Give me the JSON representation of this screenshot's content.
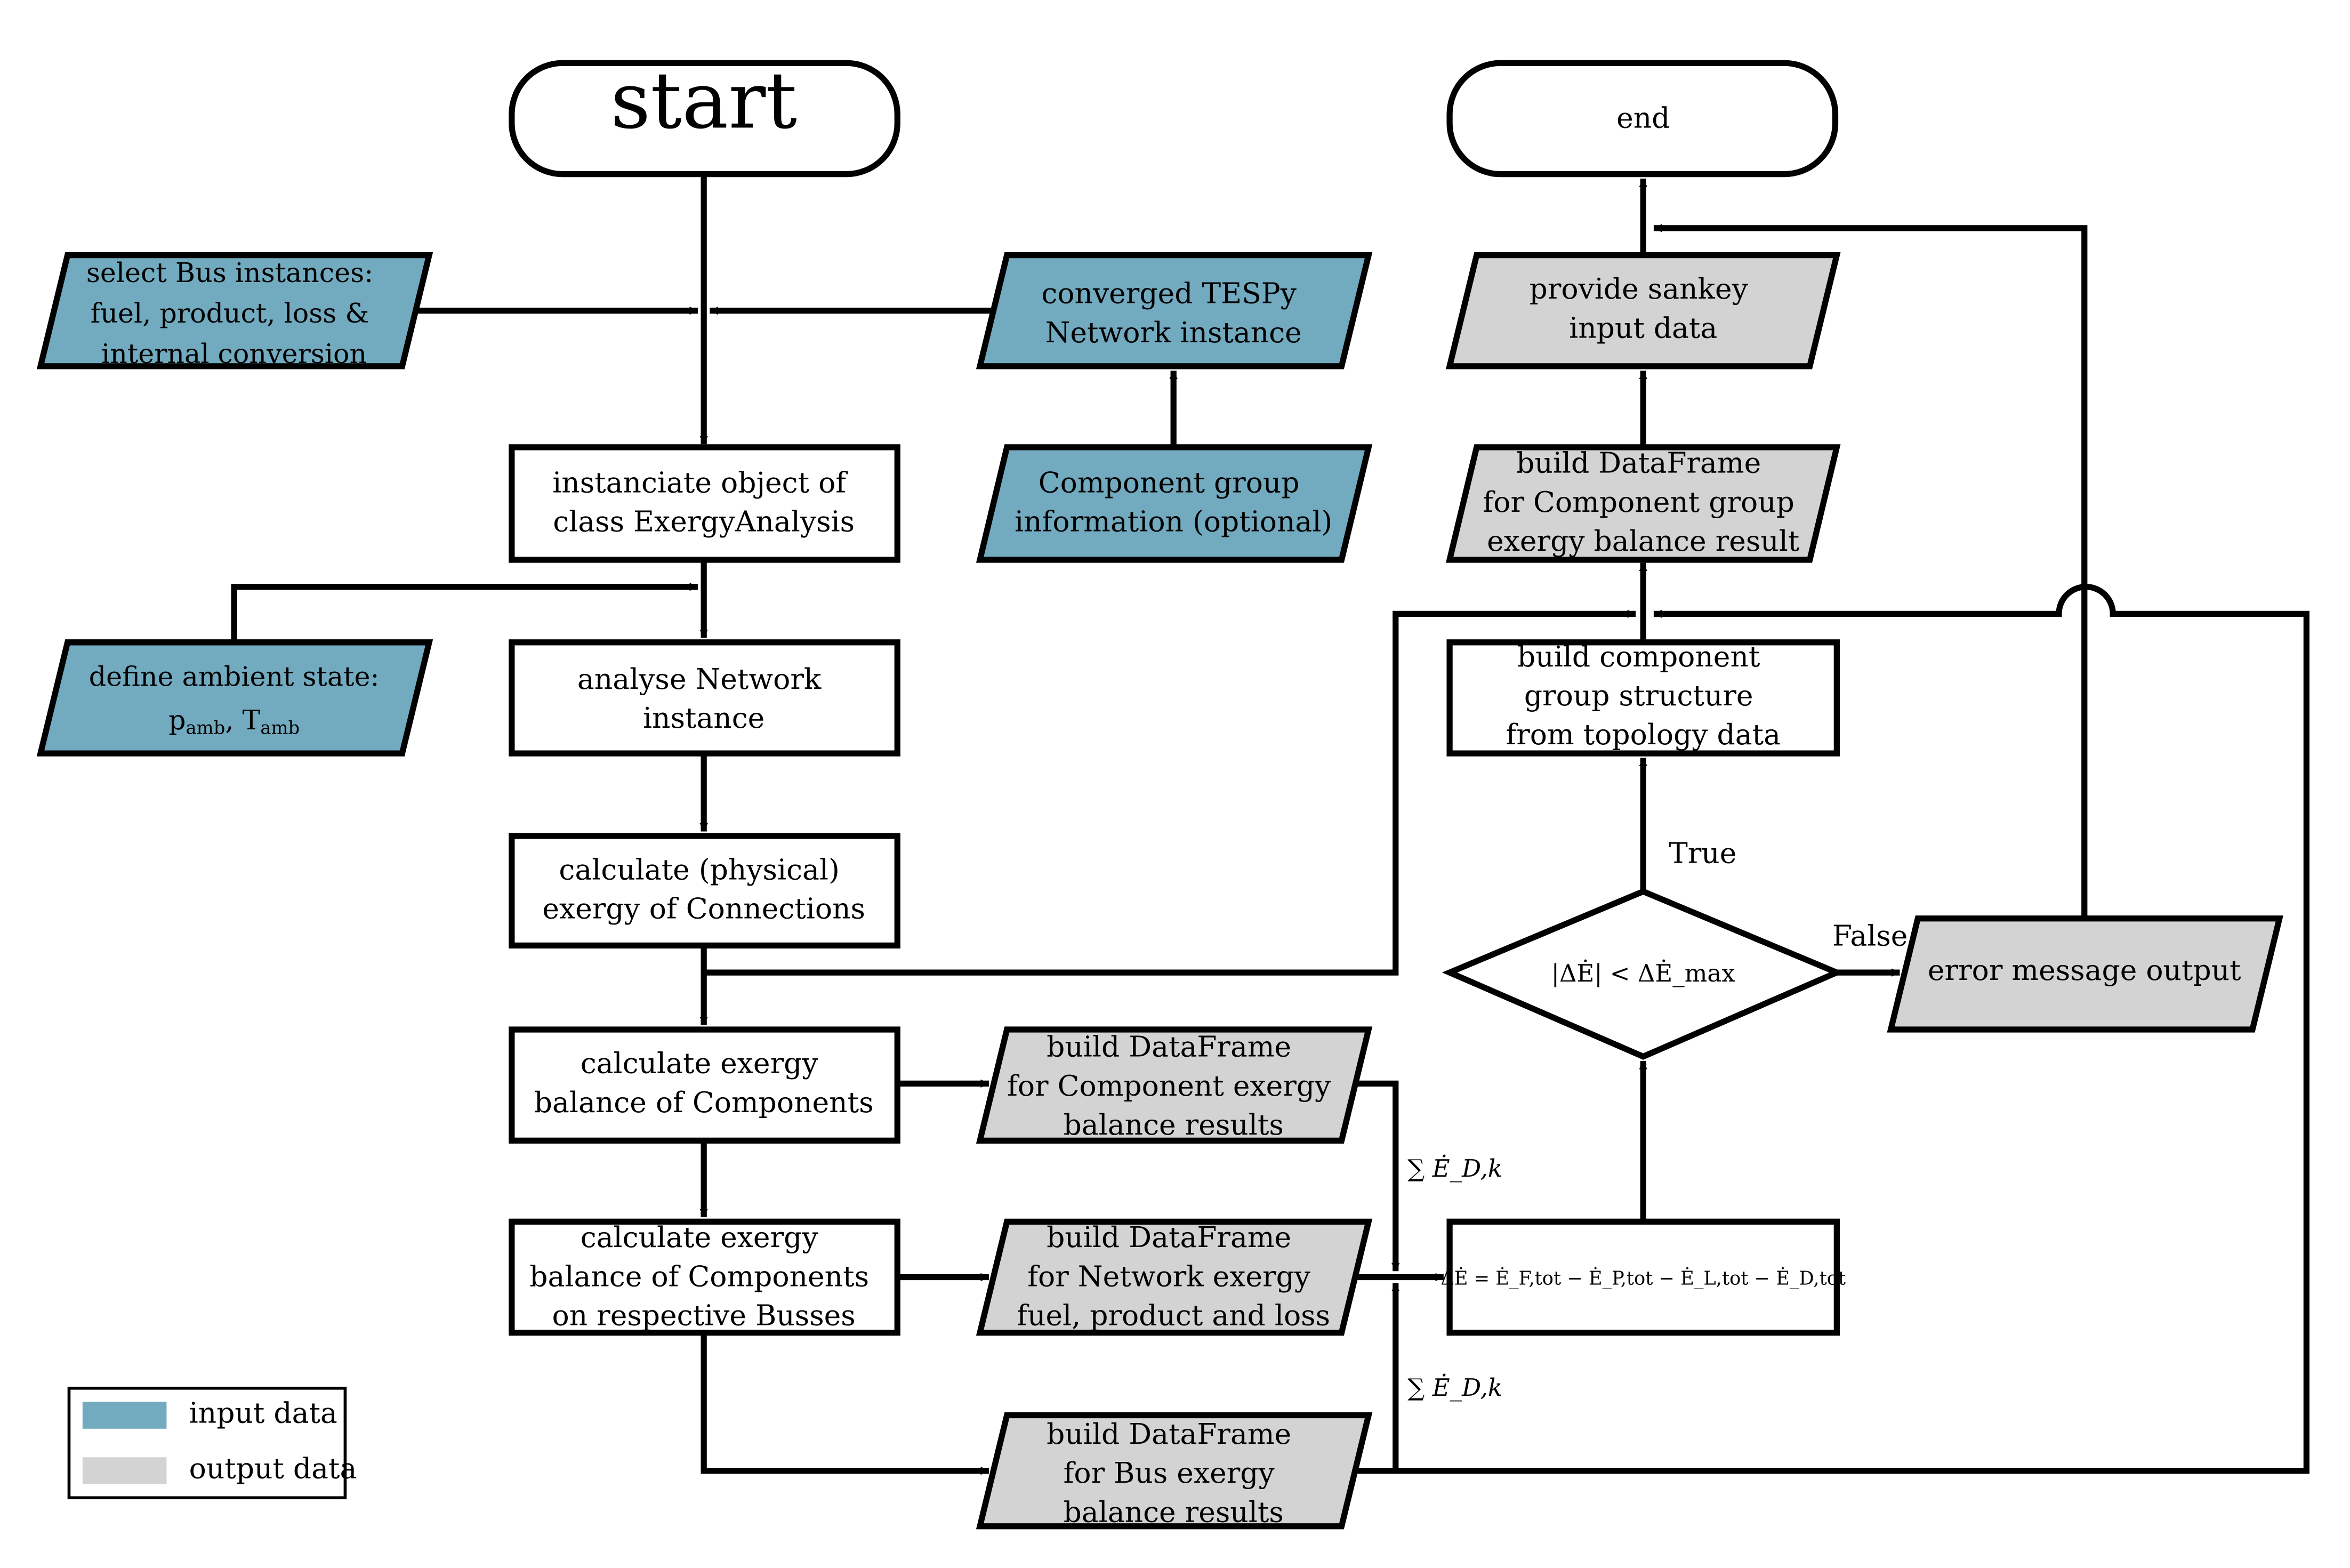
{
  "colors": {
    "input": "#72aabf",
    "output": "#d3d3d3",
    "stroke": "#000000",
    "process": "#ffffff"
  },
  "nodes": {
    "start": {
      "label": "start"
    },
    "end": {
      "label": "end"
    },
    "select_bus": {
      "lines": [
        "select Bus instances:",
        "fuel, product, loss &",
        "internal conversion"
      ]
    },
    "converged": {
      "lines": [
        "converged TESPy",
        "Network instance"
      ]
    },
    "component_group_info": {
      "lines": [
        "Component group",
        "information (optional)"
      ]
    },
    "instanciate": {
      "lines": [
        "instanciate object of",
        "class ExergyAnalysis"
      ]
    },
    "define_ambient": {
      "line1": "define ambient state:",
      "p": "p",
      "p_sub": "amb",
      "sep": ", ",
      "t": "T",
      "t_sub": "amb"
    },
    "analyse": {
      "lines": [
        "analyse Network",
        "instance"
      ]
    },
    "calc_physical": {
      "lines": [
        "calculate (physical)",
        "exergy of Connections"
      ]
    },
    "calc_components": {
      "lines": [
        "calculate exergy",
        "balance of Components"
      ]
    },
    "calc_busses": {
      "lines": [
        "calculate exergy",
        "balance of Components",
        "on respective Busses"
      ]
    },
    "df_component": {
      "lines": [
        "build DataFrame",
        "for Component exergy",
        "balance results"
      ]
    },
    "df_network": {
      "lines": [
        "build DataFrame",
        "for Network exergy",
        "fuel, product and loss"
      ]
    },
    "df_bus": {
      "lines": [
        "build DataFrame",
        "for Bus exergy",
        "balance results"
      ]
    },
    "balance_eq": {
      "text": "ΔĖ = Ė_F,tot − Ė_P,tot − Ė_L,tot − Ė_D,tot"
    },
    "decision": {
      "text": "|ΔĖ| < ΔĖ_max"
    },
    "error_output": {
      "label": "error message output"
    },
    "build_group_structure": {
      "lines": [
        "build component",
        "group structure",
        "from topology data"
      ]
    },
    "df_group": {
      "lines": [
        "build DataFrame",
        "for Component group",
        "exergy balance result"
      ]
    },
    "sankey": {
      "lines": [
        "provide sankey",
        "input data"
      ]
    }
  },
  "edge_labels": {
    "true": "True",
    "false": "False",
    "sum_ed_upper": "∑ Ė_D,k",
    "sum_ed_lower": "∑ Ė_D,k"
  },
  "legend": {
    "input_label": "input data",
    "output_label": "output data"
  }
}
